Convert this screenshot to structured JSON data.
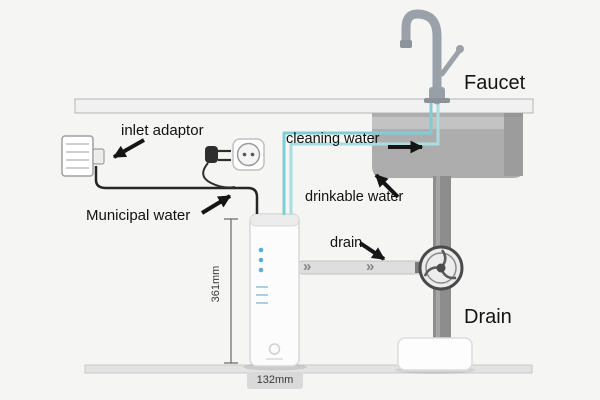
{
  "diagram": {
    "labels": {
      "faucet": "Faucet",
      "drain_title": "Drain",
      "inlet_adaptor": "inlet adaptor",
      "cleaning_water": "cleaning water",
      "drinkable_water": "drinkable water",
      "municipal_water": "Municipal water",
      "drain": "drain",
      "height_dim": "361mm",
      "width_dim": "132mm"
    },
    "icons": {
      "flow_chevron": "»"
    },
    "colors": {
      "tube_teal": "#7fced6",
      "tube_teal_light": "#a9dde2",
      "counter_gray": "#f1f1f1",
      "sink_gray": "#adadad",
      "pipe_gray": "#8d8d8d",
      "arrow_black": "#151515",
      "indicator_blue": "#5aaede"
    }
  }
}
